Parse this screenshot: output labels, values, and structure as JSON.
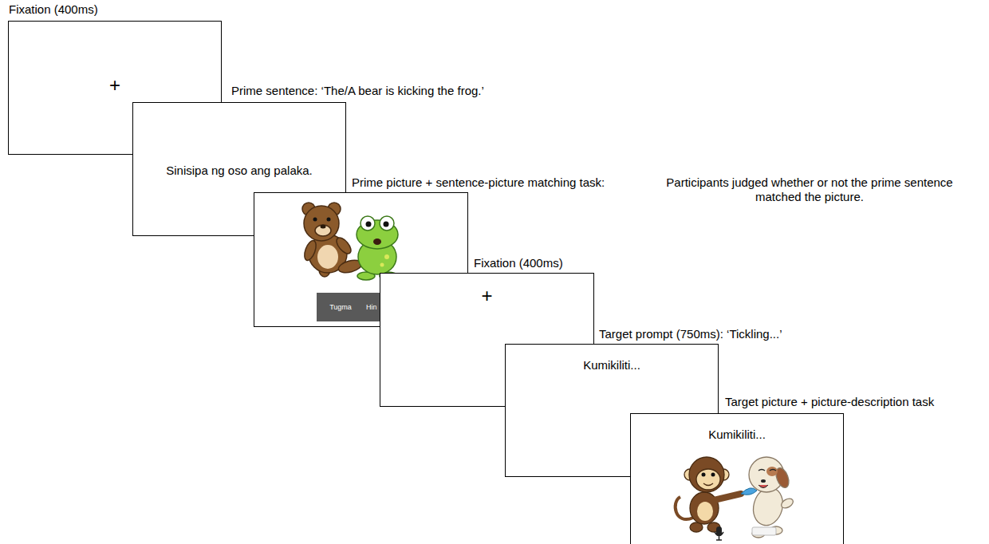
{
  "diagram": {
    "nodes": [
      {
        "text": [
          "Fixation (400ms)",
          "+"
        ]
      },
      {
        "text": [
          "Prime sentence: ‘The/A bear is kicking the frog.’",
          "Sinisipa ng oso ang palaka."
        ]
      },
      {
        "text": [
          "Prime picture + sentence-picture matching task:",
          "Participants judged whether or not the prime sentence matched the picture."
        ]
      },
      {
        "text": [
          "Tugma"
        ],
        "in": 2
      },
      {
        "text": [
          "Hin"
        ],
        "in": 2
      },
      {
        "text": [
          "Fixation (400ms)",
          "+"
        ]
      },
      {
        "text": [
          "Target prompt (750ms): ‘Tickling...’",
          "Kumikiliti..."
        ]
      },
      {
        "text": [
          "Target picture + picture-description task",
          "Kumikiliti..."
        ]
      }
    ]
  }
}
